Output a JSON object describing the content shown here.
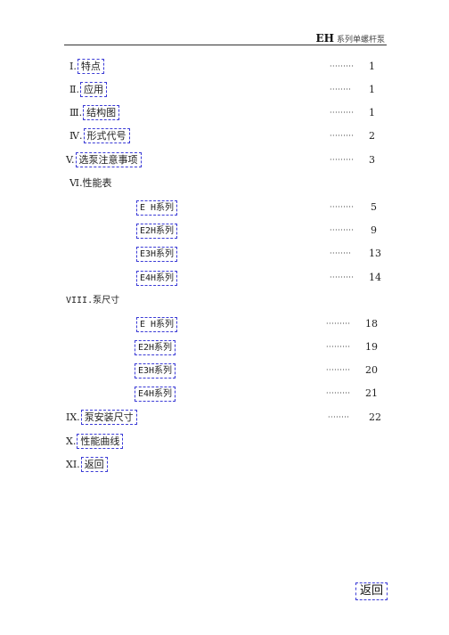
{
  "header": {
    "brand": "EH",
    "subtitle": "系列单螺杆泵"
  },
  "toc": [
    {
      "prefix": "Ⅰ.",
      "label": "特点",
      "dots": "·········",
      "page": "1"
    },
    {
      "prefix": "Ⅱ.",
      "label": "应用",
      "dots": "········",
      "page": "1"
    },
    {
      "prefix": "Ⅲ.",
      "label": "结构图",
      "dots": "·········",
      "page": "1"
    },
    {
      "prefix": "Ⅳ.",
      "label": "形式代号",
      "dots": "·········",
      "page": "2"
    },
    {
      "prefix": "V.",
      "label": "选泵注意事项",
      "dots": "·········",
      "page": "3"
    }
  ],
  "section6": {
    "title": "Ⅵ.性能表"
  },
  "perf": [
    {
      "label": "E H系列",
      "dots": "·········",
      "page": "5"
    },
    {
      "label": "E2H系列",
      "dots": "·········",
      "page": "9"
    },
    {
      "label": "E3H系列",
      "dots": "········",
      "page": "13"
    },
    {
      "label": "E4H系列",
      "dots": "·········",
      "page": "14"
    }
  ],
  "section8": {
    "title": "VIII.泵尺寸"
  },
  "dims": [
    {
      "label": "E H系列",
      "dots": "·········",
      "page": "18"
    },
    {
      "label": "E2H系列",
      "dots": "·········",
      "page": "19"
    },
    {
      "label": "E3H系列",
      "dots": "·········",
      "page": "20"
    },
    {
      "label": "E4H系列",
      "dots": "·········",
      "page": "21"
    }
  ],
  "tail": [
    {
      "prefix": "IX.",
      "label": "泵安装尺寸",
      "dots": "········",
      "page": "22"
    },
    {
      "prefix": "X.",
      "label": "性能曲线"
    },
    {
      "prefix": "XI.",
      "label": "返回"
    }
  ],
  "back_button": "返回"
}
